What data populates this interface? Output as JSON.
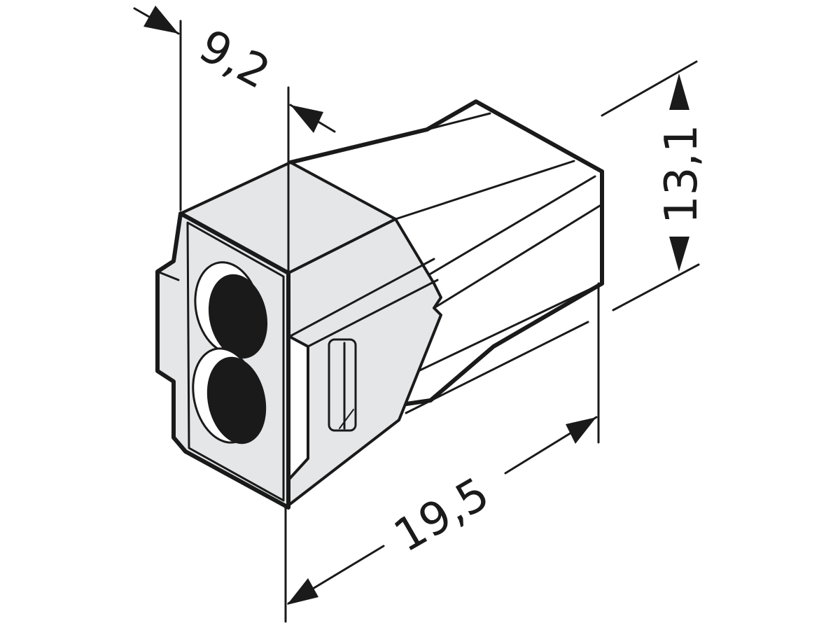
{
  "figure": {
    "subject": "push-in wire connector, 2 conductor entries",
    "colors": {
      "background": "#ffffff",
      "housing_fill": "#e4e6e8",
      "transparent_body_fill": "#ffffff",
      "line": "#1a1a1a",
      "entry_holes": "#1a1a1a"
    }
  },
  "dimensions": {
    "width": {
      "label": "9,2"
    },
    "height": {
      "label": "13,1"
    },
    "length": {
      "label": "19,5"
    }
  }
}
